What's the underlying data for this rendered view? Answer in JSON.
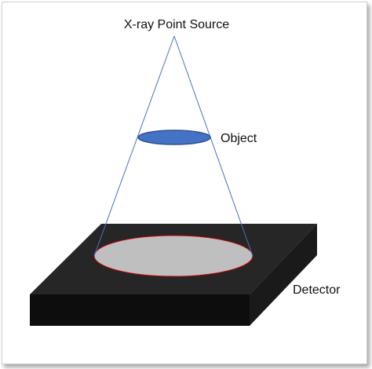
{
  "labels": {
    "source": "X-ray Point Source",
    "object": "Object",
    "detector": "Detector"
  },
  "colors": {
    "beam_lines": "#4472c4",
    "object_fill": "#4472c4",
    "object_stroke": "#2f528f",
    "detector_top": "#262626",
    "detector_front": "#0d0d0d",
    "detector_side": "#1a1a1a",
    "projection_fill": "#bfbfbf",
    "projection_stroke": "#c00000"
  }
}
